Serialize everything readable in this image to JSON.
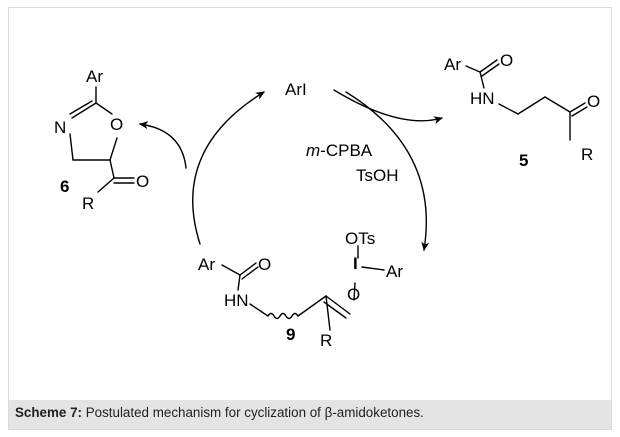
{
  "compounds": {
    "c5": {
      "number": "5",
      "ar": "Ar",
      "o_amide": "O",
      "hn": "HN",
      "o_ketone": "O",
      "r": "R"
    },
    "c6": {
      "number": "6",
      "ar": "Ar",
      "n": "N",
      "o_ring": "O",
      "o_ketone": "O",
      "r": "R"
    },
    "c9": {
      "number": "9",
      "ar": "Ar",
      "o_amide": "O",
      "hn": "HN",
      "o_enol": "O",
      "r": "R",
      "ots": "OTs",
      "iodine": "I",
      "ar_iodine": "Ar"
    }
  },
  "cycle": {
    "catalyst": "ArI",
    "reagent_oxidant_prefix": "m",
    "reagent_oxidant_rest": "-CPBA",
    "reagent_acid": "TsOH"
  },
  "caption": {
    "label": "Scheme 7:",
    "text": " Postulated mechanism for cyclization of β-amidoketones."
  }
}
